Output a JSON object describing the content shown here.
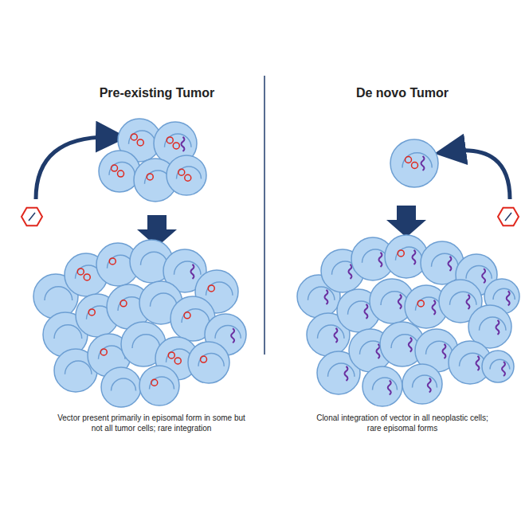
{
  "diagram": {
    "labels": [
      "Pre-existing Tumor",
      "De novo Tumor",
      "Vector present primarily in episomal form in some but not all tumor cells; rare integration",
      "Clonal integration of vector in all neoplastic cells; rare episomal forms"
    ]
  }
}
